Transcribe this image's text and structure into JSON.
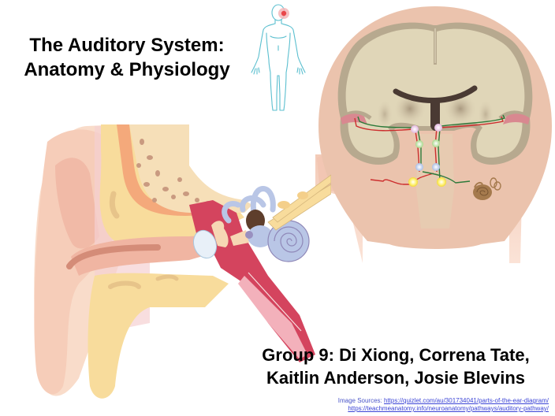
{
  "slide": {
    "title_lines": [
      "The Auditory System:",
      "Anatomy & Physiology"
    ],
    "authors_lines": [
      "Group 9: Di Xiong, Correna Tate,",
      "Kaitlin Anderson, Josie Blevins"
    ],
    "sources": {
      "label": "Image Sources: ",
      "links": [
        "https://quizlet.com/au/301734041/parts-of-the-ear-diagram/",
        "https://teachmeanatomy.info/neuroanatomy/pathways/auditory-pathway/"
      ]
    }
  },
  "images": {
    "body_figure": "human-body-outline-with-head-highlight",
    "brain_figure": "coronal-brain-auditory-pathway",
    "ear_figure": "ear-cross-section-anatomy"
  },
  "colors": {
    "text": "#000000",
    "link": "#3b44d6",
    "body_outline": "#5bbfcf",
    "highlight_red": "#e8383d",
    "skin": "#ecc4b0",
    "brain_gray": "#b7a98f",
    "brain_white": "#e0d6b8",
    "cochlea_blue": "#b9c6e6",
    "cartilage_yellow": "#f8dc9c",
    "canal_red": "#d4445e"
  }
}
